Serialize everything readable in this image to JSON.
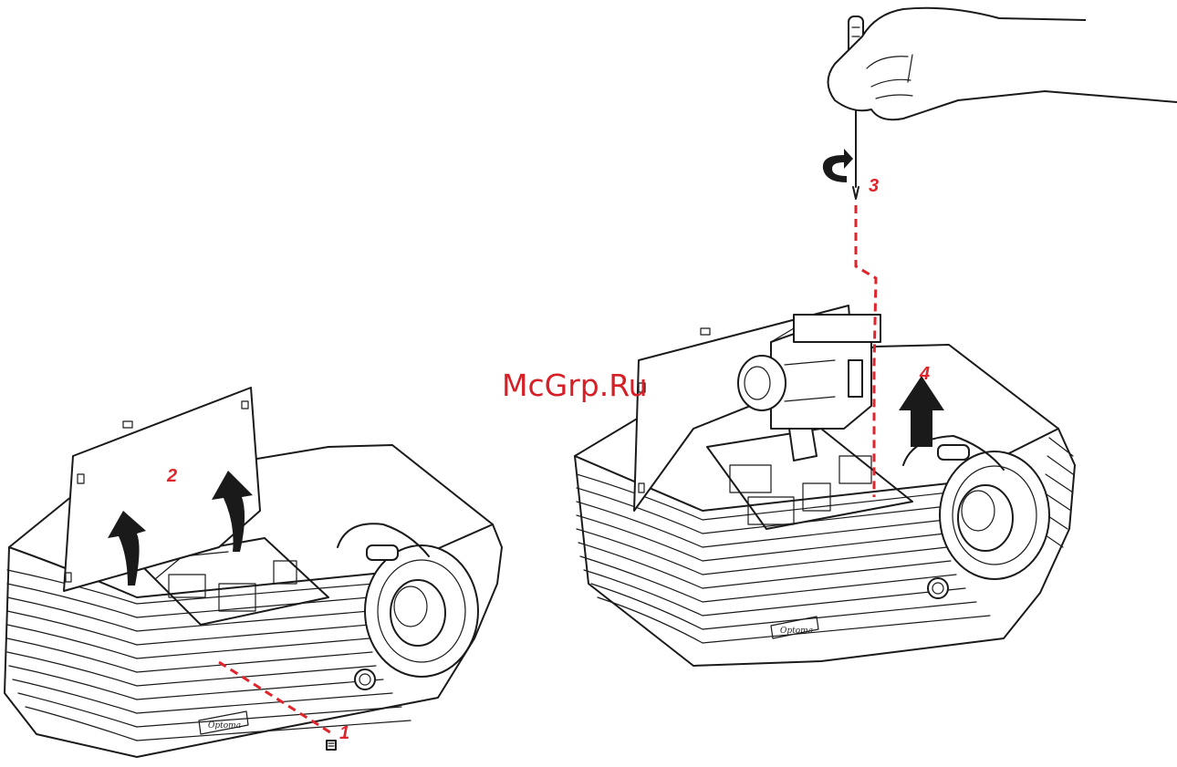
{
  "watermark": "McGrp.Ru",
  "steps": {
    "one": "1",
    "two": "2",
    "three": "3",
    "four": "4"
  },
  "brand": "Optoma",
  "colors": {
    "accent_red": "#e0242b",
    "line_black": "#1a1a1a"
  },
  "icons": [
    "projector-left",
    "projector-right",
    "hand-screwdriver",
    "rotate-arrow",
    "up-arrow",
    "lift-arrow"
  ]
}
